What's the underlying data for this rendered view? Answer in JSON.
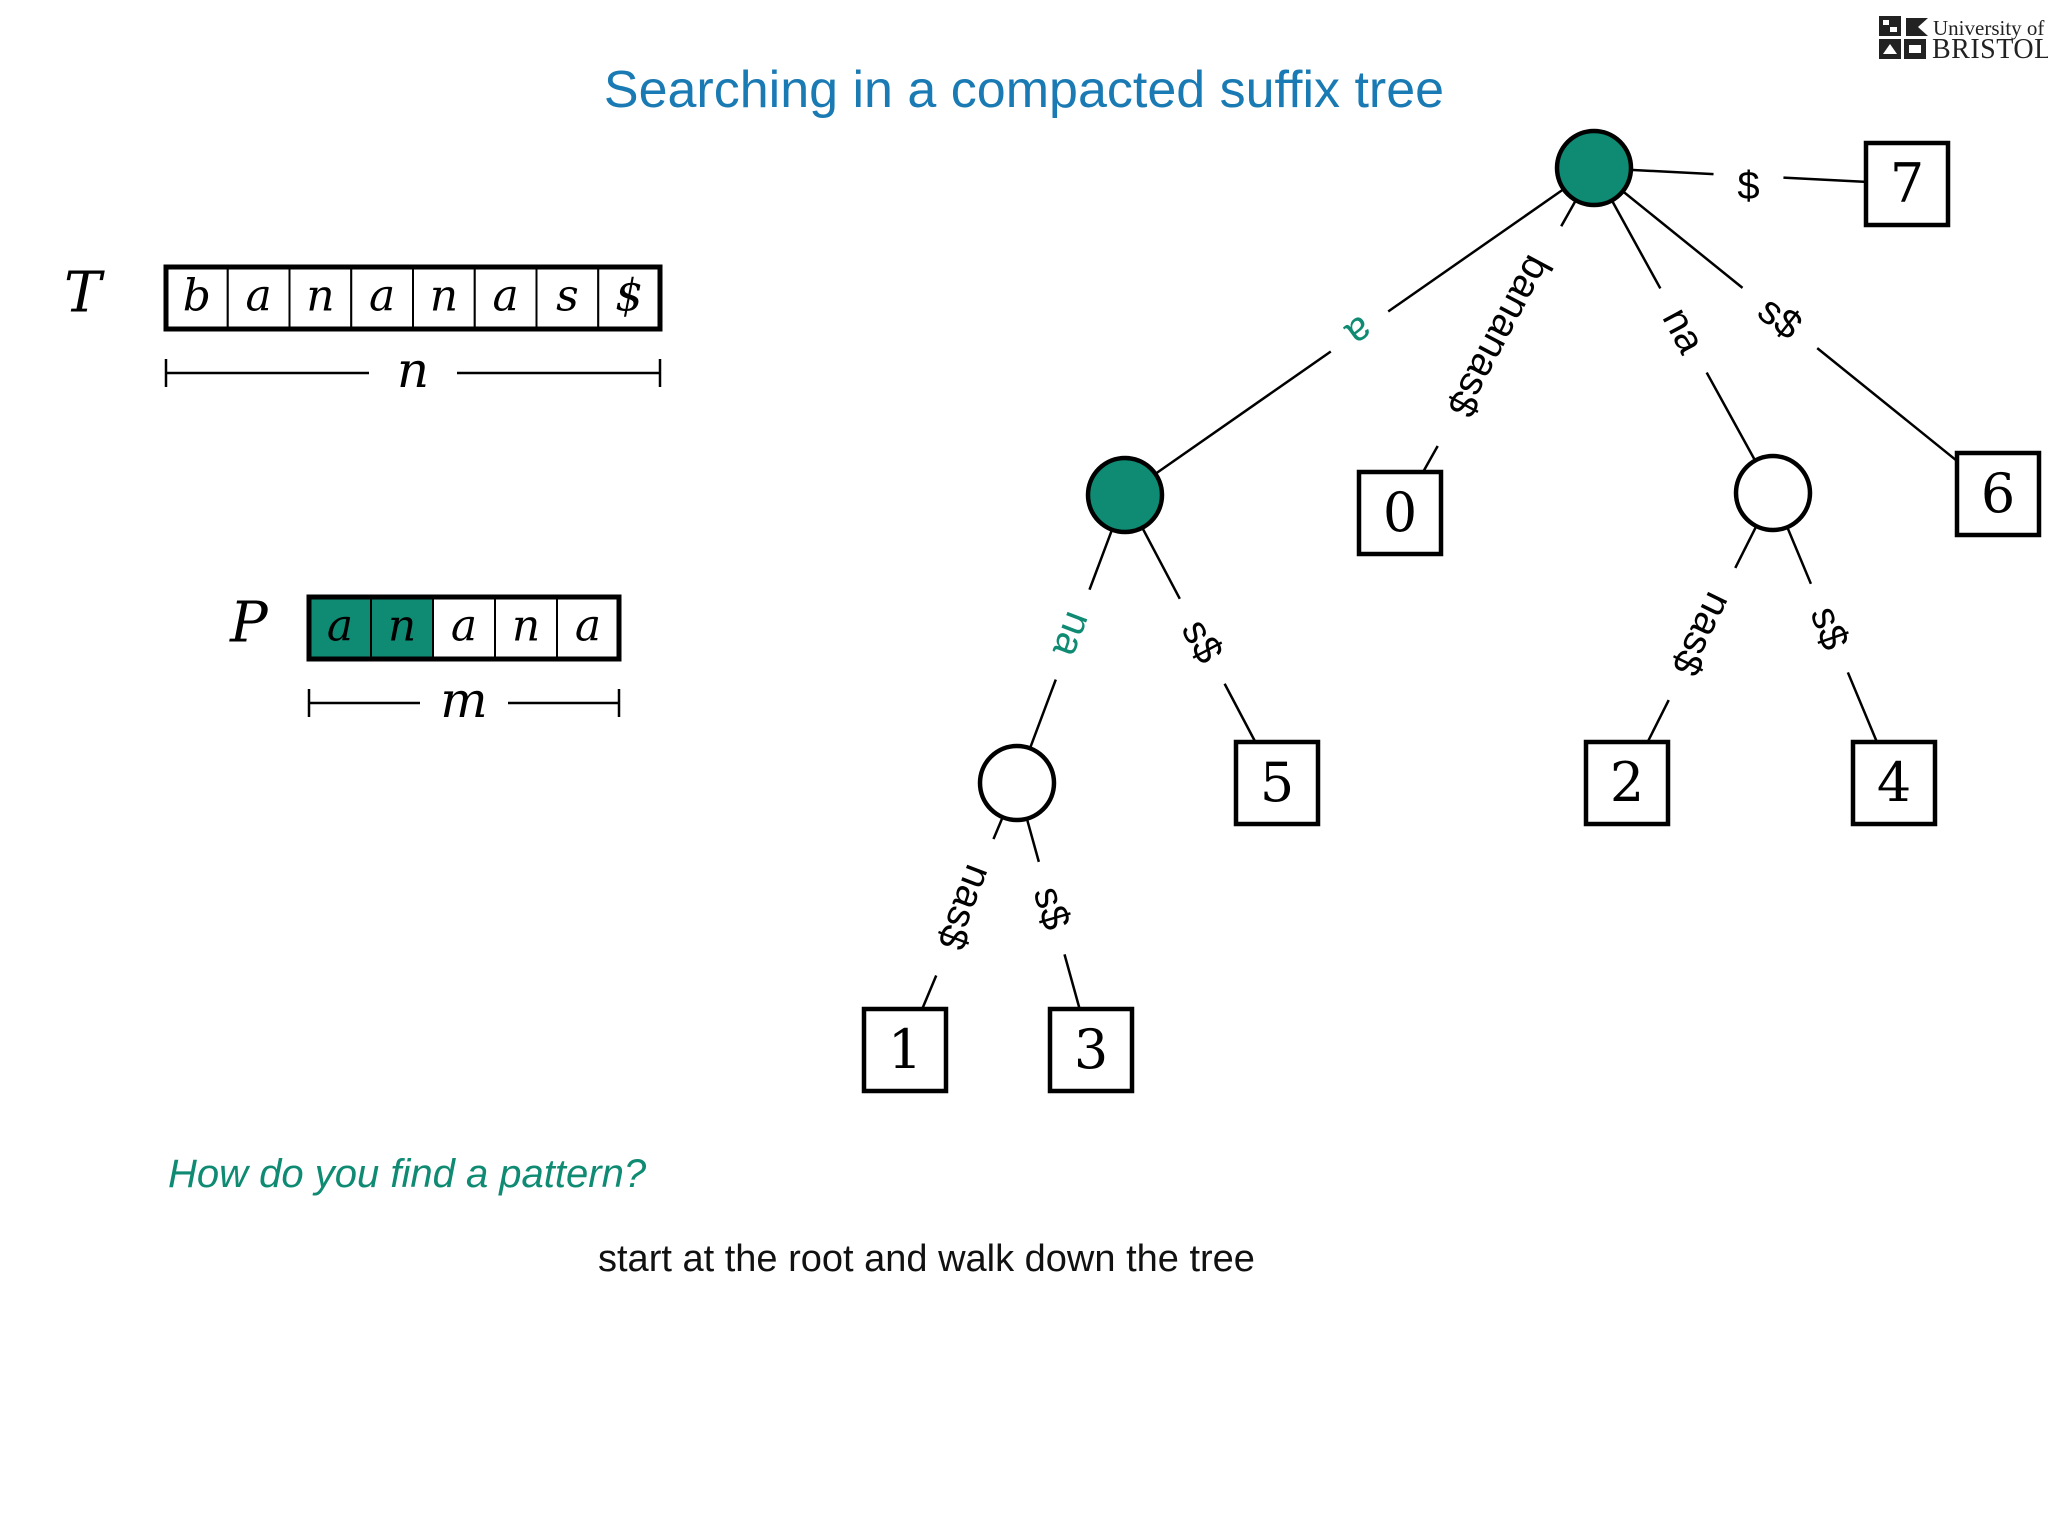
{
  "slide": {
    "title": "Searching in a compacted suffix tree",
    "question": "How do you find a pattern?",
    "answer": "start at the root and walk down the tree"
  },
  "logo": {
    "line1": "University of",
    "line2": "BRISTOL"
  },
  "colors": {
    "title": "#1a7ab3",
    "accent": "#0f8a73",
    "ink": "#000000"
  },
  "text_array": {
    "symbol": "T",
    "length_label": "n",
    "cells": [
      "b",
      "a",
      "n",
      "a",
      "n",
      "a",
      "s",
      "$"
    ]
  },
  "pattern_array": {
    "symbol": "P",
    "length_label": "m",
    "cells": [
      "a",
      "n",
      "a",
      "n",
      "a"
    ],
    "highlighted": [
      0,
      1
    ]
  },
  "tree": {
    "nodes": [
      {
        "id": "root",
        "filled": true
      },
      {
        "id": "a",
        "filled": true
      },
      {
        "id": "ana",
        "filled": false
      },
      {
        "id": "na",
        "filled": false
      }
    ],
    "leaves": [
      {
        "id": "leaf7",
        "label": "7"
      },
      {
        "id": "leaf0",
        "label": "0"
      },
      {
        "id": "leaf6",
        "label": "6"
      },
      {
        "id": "leaf5",
        "label": "5"
      },
      {
        "id": "leaf2",
        "label": "2"
      },
      {
        "id": "leaf4",
        "label": "4"
      },
      {
        "id": "leaf1",
        "label": "1"
      },
      {
        "id": "leaf3",
        "label": "3"
      }
    ],
    "edges": [
      {
        "from": "root",
        "to": "leaf7",
        "label": "$",
        "highlight": false
      },
      {
        "from": "root",
        "to": "a",
        "label": "a",
        "highlight": true
      },
      {
        "from": "root",
        "to": "leaf0",
        "label": "bananas$",
        "highlight": false
      },
      {
        "from": "root",
        "to": "na",
        "label": "na",
        "highlight": false
      },
      {
        "from": "root",
        "to": "leaf6",
        "label": "s$",
        "highlight": false
      },
      {
        "from": "a",
        "to": "ana",
        "label": "na",
        "highlight": true
      },
      {
        "from": "a",
        "to": "leaf5",
        "label": "s$",
        "highlight": false
      },
      {
        "from": "na",
        "to": "leaf2",
        "label": "nas$",
        "highlight": false
      },
      {
        "from": "na",
        "to": "leaf4",
        "label": "s$",
        "highlight": false
      },
      {
        "from": "ana",
        "to": "leaf1",
        "label": "nas$",
        "highlight": false
      },
      {
        "from": "ana",
        "to": "leaf3",
        "label": "s$",
        "highlight": false
      }
    ]
  }
}
